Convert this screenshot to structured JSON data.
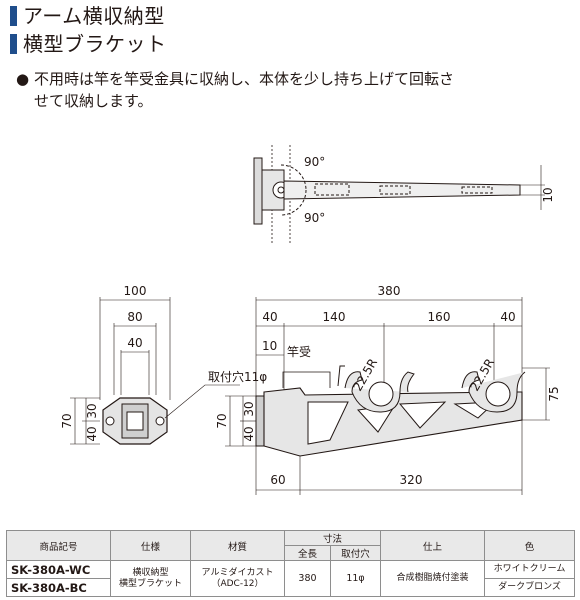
{
  "headings": {
    "h1": "アーム横収納型",
    "h2": "横型ブラケット"
  },
  "description": {
    "bullet": "●",
    "line1": "不用時は竿を竿受金具に収納し、本体を少し持ち上げて回転さ",
    "line2": "せて収納します。"
  },
  "top_view": {
    "angle_upper": "90°",
    "angle_lower": "90°",
    "dim_height": "10"
  },
  "front_view": {
    "dim_width": "100",
    "dim_inner": "80",
    "dim_center": "40",
    "dim_30": "30",
    "dim_40": "40",
    "dim_70": "70",
    "label_hole": "取付穴11φ"
  },
  "side_view": {
    "dim_total": "380",
    "dim_40a": "40",
    "dim_140": "140",
    "dim_160": "160",
    "dim_40b": "40",
    "dim_10": "10",
    "label_rod": "竿受",
    "radius_1": "22.5R",
    "radius_2": "22.5R",
    "dim_75": "75",
    "dim_30": "30",
    "dim_40": "40",
    "dim_70": "70",
    "dim_60": "60",
    "dim_320": "320"
  },
  "table": {
    "headers": {
      "model": "商品記号",
      "spec": "仕様",
      "material": "材質",
      "size": "寸法",
      "length": "全長",
      "hole": "取付穴",
      "finish": "仕上",
      "color": "色"
    },
    "rows": [
      {
        "model": "SK-380A-WC",
        "color": "ホワイトクリーム"
      },
      {
        "model": "SK-380A-BC",
        "color": "ダークブロンズ"
      }
    ],
    "spec_line1": "横収納型",
    "spec_line2": "横型ブラケット",
    "material_line1": "アルミダイカスト",
    "material_line2": "（ADC-12）",
    "length": "380",
    "hole": "11φ",
    "finish": "合成樹脂焼付塗装"
  }
}
